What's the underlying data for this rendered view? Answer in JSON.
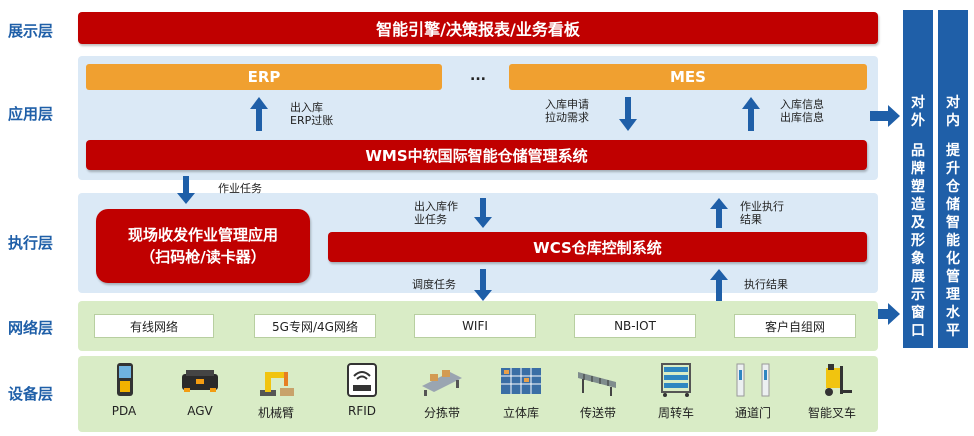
{
  "layers": {
    "display": "展示层",
    "application": "应用层",
    "execution": "执行层",
    "network": "网络层",
    "device": "设备层"
  },
  "display_bar": "智能引擎/决策报表/业务看板",
  "app": {
    "erp": "ERP",
    "ellipsis": "...",
    "mes": "MES",
    "note_erp": [
      "出入库",
      "ERP过账"
    ],
    "note_mes_down": [
      "入库申请",
      "拉动需求"
    ],
    "note_mes_up": [
      "入库信息",
      "出库信息"
    ],
    "wms": "WMS中软国际智能仓储管理系统"
  },
  "exec": {
    "note_task": "作业任务",
    "onsite": [
      "现场收发作业管理应用",
      "（扫码枪/读卡器）"
    ],
    "note_inout": [
      "出入库作",
      "业任务"
    ],
    "note_result": [
      "作业执行",
      "结果"
    ],
    "wcs": "WCS仓库控制系统",
    "note_dispatch": "调度任务",
    "note_exec_result": "执行结果"
  },
  "network": [
    "有线网络",
    "5G专网/4G网络",
    "WIFI",
    "NB-IOT",
    "客户自组网"
  ],
  "devices": [
    {
      "label": "PDA",
      "icon": "pda-icon"
    },
    {
      "label": "AGV",
      "icon": "agv-icon"
    },
    {
      "label": "机械臂",
      "icon": "robot-arm-icon"
    },
    {
      "label": "RFID",
      "icon": "rfid-icon"
    },
    {
      "label": "分拣带",
      "icon": "sorting-belt-icon"
    },
    {
      "label": "立体库",
      "icon": "stereo-warehouse-icon"
    },
    {
      "label": "传送带",
      "icon": "conveyor-icon"
    },
    {
      "label": "周转车",
      "icon": "turnover-cart-icon"
    },
    {
      "label": "通道门",
      "icon": "gate-icon"
    },
    {
      "label": "智能叉车",
      "icon": "forklift-icon"
    }
  ],
  "side": {
    "external": [
      "对",
      "外",
      "",
      "品",
      "牌",
      "塑",
      "造",
      "及",
      "形",
      "象",
      "展",
      "示",
      "窗",
      "口"
    ],
    "internal": [
      "对",
      "内",
      "",
      "提",
      "升",
      "仓",
      "储",
      "智",
      "能",
      "化",
      "管",
      "理",
      "水",
      "平"
    ]
  },
  "colors": {
    "red": "#c00000",
    "orange": "#f0a030",
    "blue": "#1f5fa8",
    "light_blue": "#dbe9f6",
    "light_green": "#d9ecc6"
  }
}
